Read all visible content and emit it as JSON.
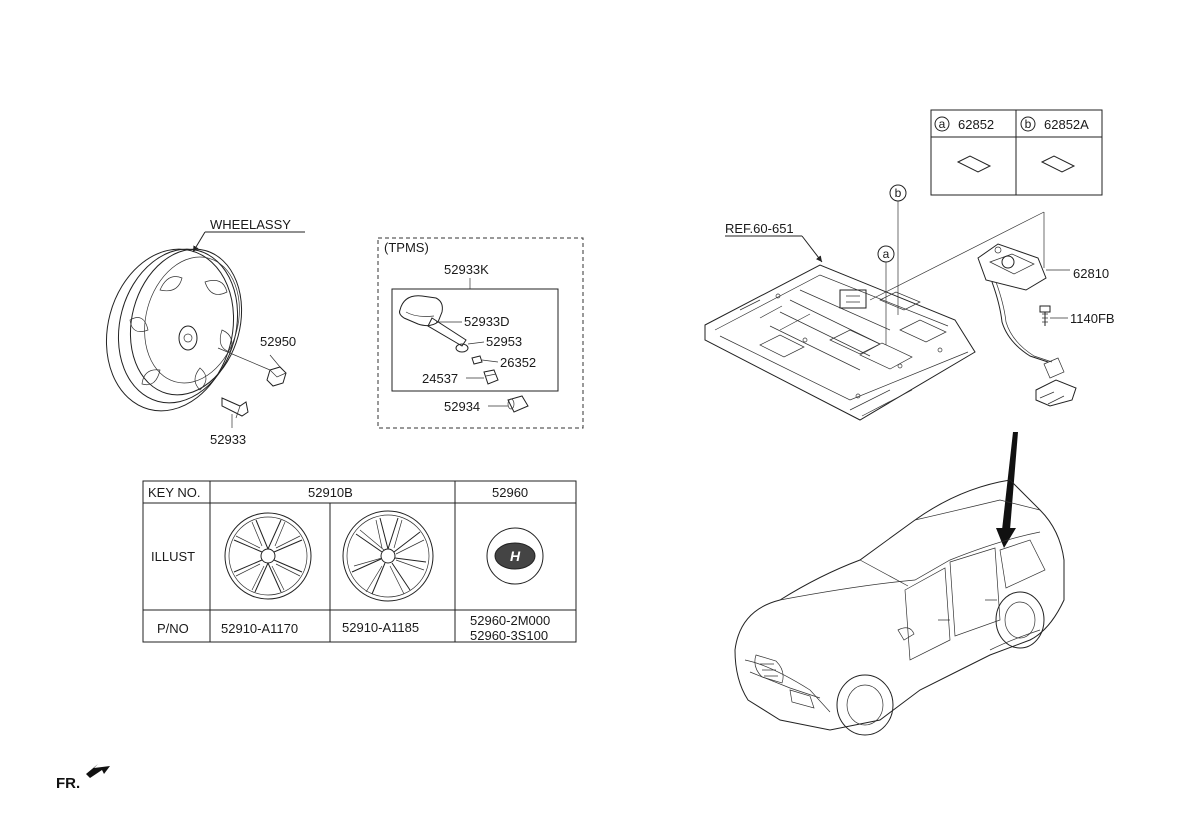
{
  "wheel": {
    "title": "WHEELASSY",
    "nut": "52950",
    "valve": "52933"
  },
  "tpms": {
    "heading": "(TPMS)",
    "kit": "52933K",
    "sensor": "52933D",
    "grommet": "52953",
    "nut": "26352",
    "cap": "24537",
    "valve_cap": "52934"
  },
  "key_table": {
    "header": [
      "KEY NO.",
      "52910B",
      "52960"
    ],
    "row_illust_label": "ILLUST",
    "row_pno_label": "P/NO",
    "pno": [
      "52910-A1170",
      "52910-A1185"
    ],
    "pno_cap": [
      "52960-2M000",
      "52960-3S100"
    ]
  },
  "floor": {
    "ref": "REF.60-651",
    "callout_a": "a",
    "callout_b": "b",
    "carrier": "62810",
    "bolt": "1140FB"
  },
  "legend": {
    "a_mark": "a",
    "a_part": "62852",
    "b_mark": "b",
    "b_part": "62852A"
  },
  "front_marker": "FR."
}
